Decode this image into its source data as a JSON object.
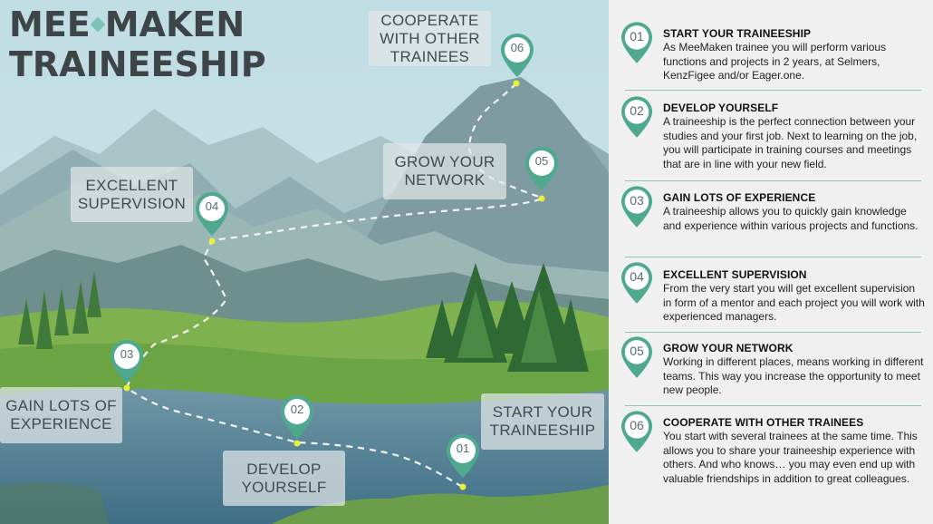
{
  "brand": {
    "line1a": "MEE",
    "line1b": "MAKEN",
    "line2": "TRAINEESHIP"
  },
  "colors": {
    "accent": "#7dc3b3",
    "path_dot": "#e8f03c",
    "panel_bg": "#f0f0f0"
  },
  "map_labels": {
    "s1": "START YOUR TRAINEESHIP",
    "s2": "DEVELOP YOURSELF",
    "s3": "GAIN LOTS OF EXPERIENCE",
    "s4": "EXCELLENT SUPERVISION",
    "s5": "GROW YOUR NETWORK",
    "s6": "COOPERATE WITH OTHER TRAINEES"
  },
  "pins": [
    "01",
    "02",
    "03",
    "04",
    "05",
    "06"
  ],
  "steps": [
    {
      "num": "01",
      "title": "START YOUR TRAINEESHIP",
      "text": "As MeeMaken trainee you will perform various functions and projects in 2 years, at Selmers, KenzFigee and/or Eager.one."
    },
    {
      "num": "02",
      "title": "DEVELOP YOURSELF",
      "text": "A traineeship is the perfect connection between your studies and your first job. Next to learning on the job, you will participate in training courses and meetings that are in line with your new field."
    },
    {
      "num": "03",
      "title": "GAIN LOTS OF EXPERIENCE",
      "text": "A traineeship allows you to quickly gain knowledge and experience within various projects and functions."
    },
    {
      "num": "04",
      "title": "EXCELLENT SUPERVISION",
      "text": "From the very start you will get excellent supervision in form of a mentor and each project you will work with experienced managers."
    },
    {
      "num": "05",
      "title": "GROW YOUR NETWORK",
      "text": "Working in different places, means working in different teams. This way you increase the opportunity to meet new people."
    },
    {
      "num": "06",
      "title": "COOPERATE WITH OTHER TRAINEES",
      "text": "You start with several trainees at the same time. This allows you to share your traineeship experience with others. And who knows… you may even end up with valuable friendships in addition to great colleagues."
    }
  ]
}
